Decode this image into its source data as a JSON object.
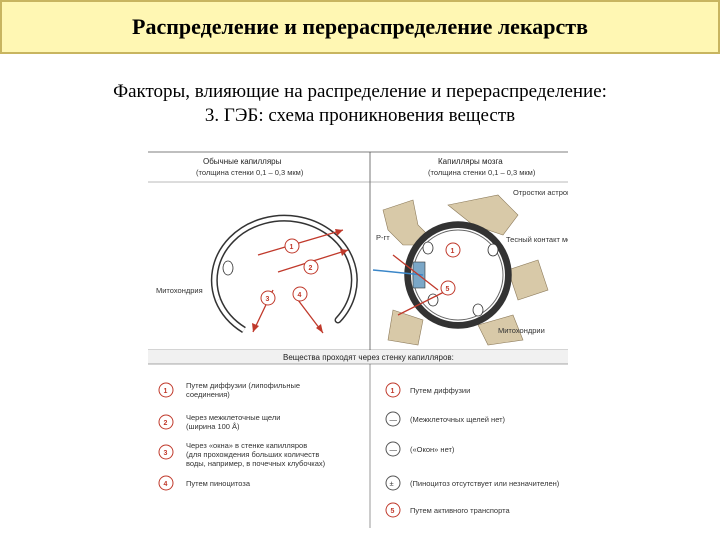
{
  "title": "Распределение и перераспределение лекарств",
  "subtitle_line1": "Факторы, влияющие на распределение и перераспределение:",
  "subtitle_line2": "3.  ГЭБ: схема проникновения веществ",
  "figure": {
    "left_header": "Обычные капилляры",
    "left_subheader": "(толщина стенки 0,1 – 0,3 мкм)",
    "right_header": "Капилляры мозга",
    "right_subheader": "(толщина стенки 0,1 – 0,3 мкм)",
    "label_mito_left": "Митохондрия",
    "label_astro": "Отростки астроцитов",
    "label_contact": "Тесный контакт между клетками эндотелия",
    "label_mito_right": "Митохондрии",
    "label_pgp": "P-гт",
    "section_header": "Вещества проходят через стенку капилляров:",
    "numbers": [
      "1",
      "2",
      "3",
      "4",
      "5"
    ],
    "left_legend": [
      {
        "num": "1",
        "text1": "Путем диффузии (липофильные",
        "text2": "соединения)",
        "text3": ""
      },
      {
        "num": "2",
        "text1": "Через межклеточные щели",
        "text2": "(ширина 100 Å)",
        "text3": ""
      },
      {
        "num": "3",
        "text1": "Через «окна» в стенке капилляров",
        "text2": "(для прохождения больших количеств",
        "text3": "воды, например, в почечных клубочках)"
      },
      {
        "num": "4",
        "text1": "Путем пиноцитоза",
        "text2": "",
        "text3": ""
      }
    ],
    "right_legend": [
      {
        "sym": "1",
        "text": "Путем диффузии"
      },
      {
        "sym": "—",
        "text": "(Межклеточных щелей нет)"
      },
      {
        "sym": "—",
        "text": "(«Окон» нет)"
      },
      {
        "sym": "±",
        "text": "(Пиноцитоз отсутствует или незначителен)"
      },
      {
        "sym": "5",
        "text": "Путем активного транспорта"
      }
    ]
  },
  "colors": {
    "title_bg": "#fff7b3",
    "accent_red": "#c0392b",
    "astrocyte": "#d8c9a8"
  }
}
